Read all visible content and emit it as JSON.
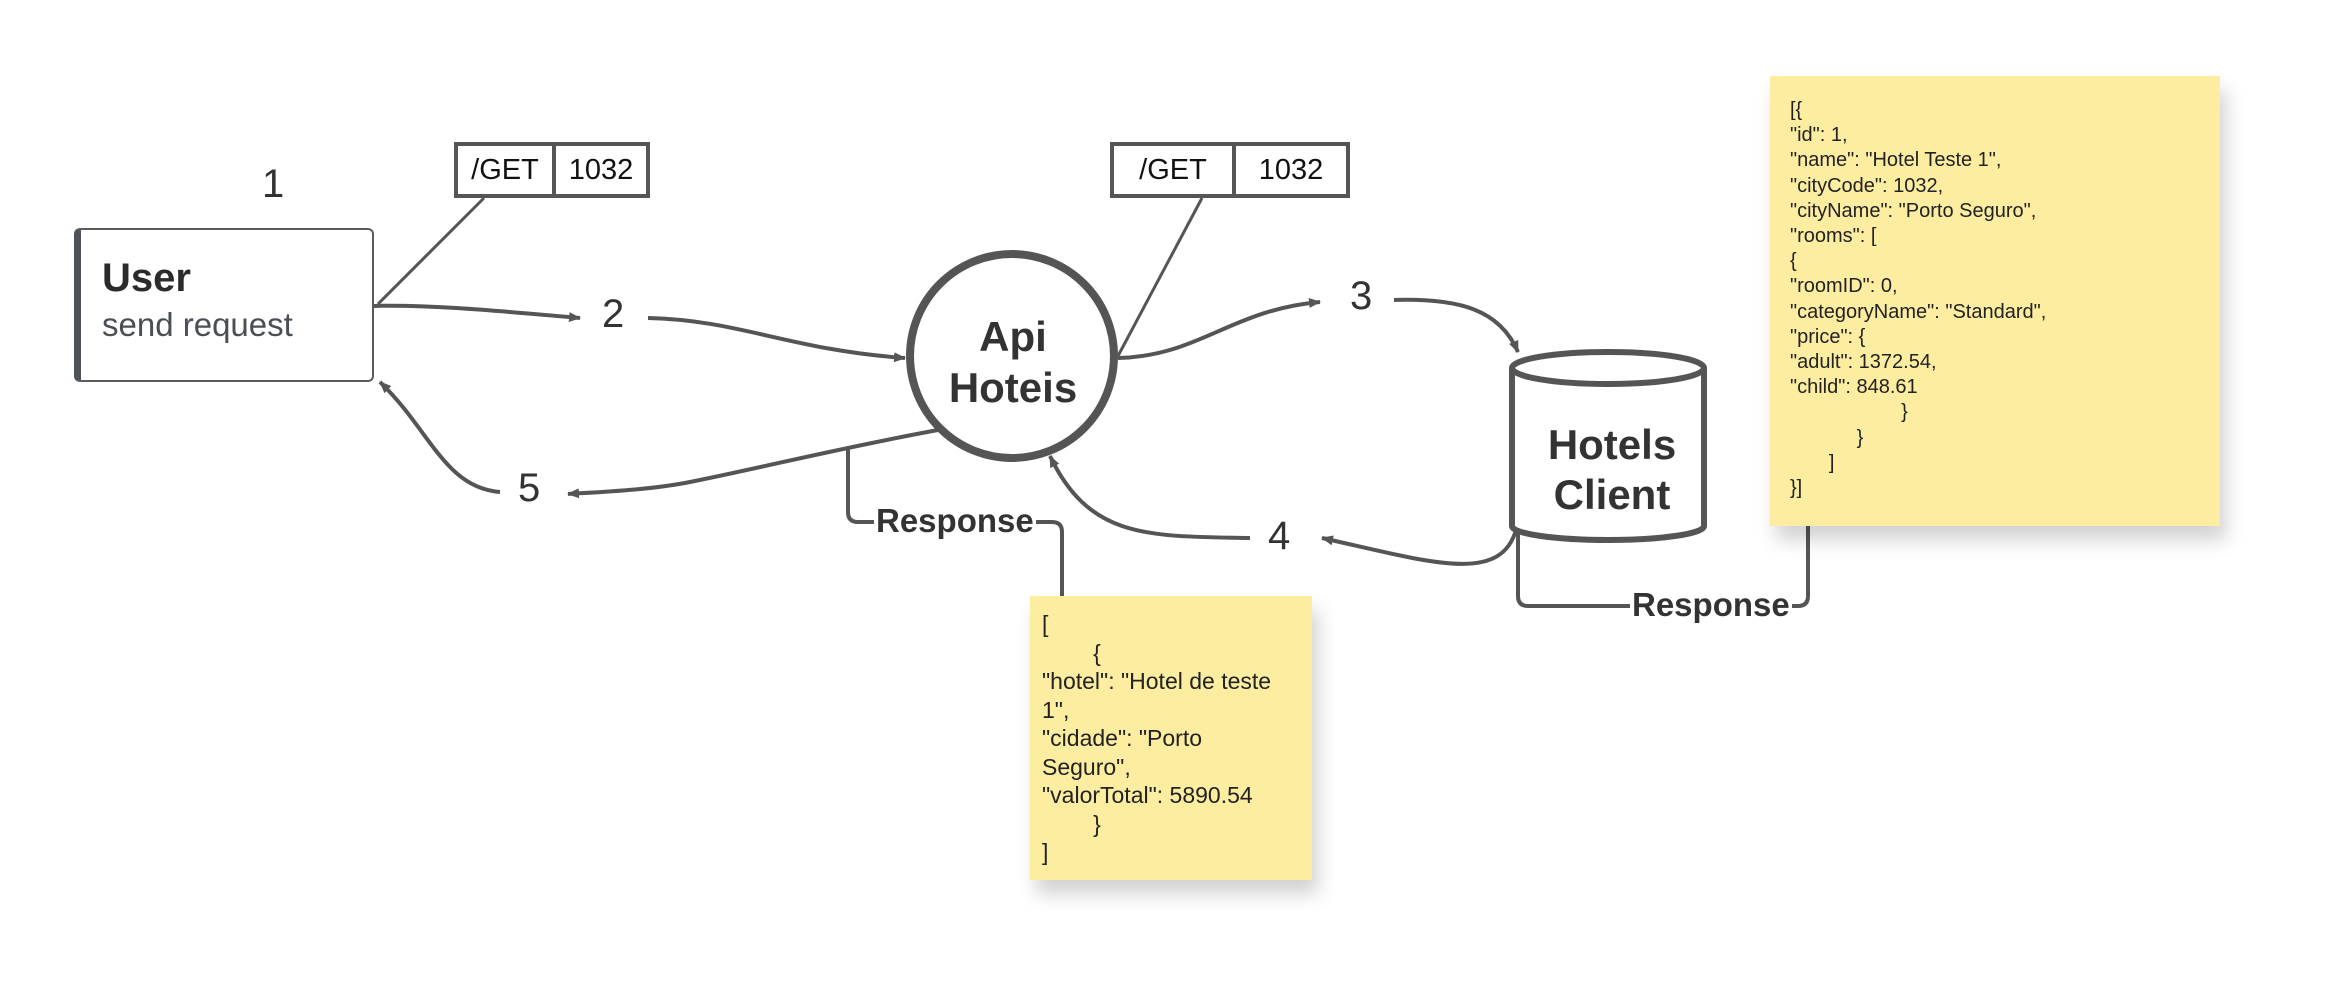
{
  "colors": {
    "stroke": "#555555",
    "note_fill": "#fdeda1",
    "text": "#333333"
  },
  "steps": {
    "s1": "1",
    "s2": "2",
    "s3": "3",
    "s4": "4",
    "s5": "5"
  },
  "user": {
    "title": "User",
    "subtitle": "send request"
  },
  "request_left": {
    "method": "/GET",
    "value": "1032"
  },
  "request_right": {
    "method": "/GET",
    "value": "1032"
  },
  "api": {
    "line1": "Api",
    "line2": "Hoteis"
  },
  "client": {
    "line1": "Hotels",
    "line2": "Client"
  },
  "labels": {
    "api_response": "Response",
    "client_response": "Response"
  },
  "note_api": {
    "lines": [
      "[",
      "        {",
      "\"hotel\": \"Hotel de teste",
      "1\",",
      "\"cidade\": \"Porto",
      "Seguro\",",
      "\"valorTotal\": 5890.54",
      "        }",
      "]"
    ]
  },
  "note_client": {
    "lines": [
      "[{",
      "\"id\": 1,",
      "\"name\": \"Hotel Teste 1\",",
      "\"cityCode\": 1032,",
      "\"cityName\": \"Porto Seguro\",",
      "\"rooms\": [",
      "{",
      "\"roomID\": 0,",
      "\"categoryName\": \"Standard\",",
      "\"price\": {",
      "\"adult\": 1372.54,",
      "\"child\": 848.61",
      "                    }",
      "            }",
      "       ]",
      "}]"
    ]
  }
}
